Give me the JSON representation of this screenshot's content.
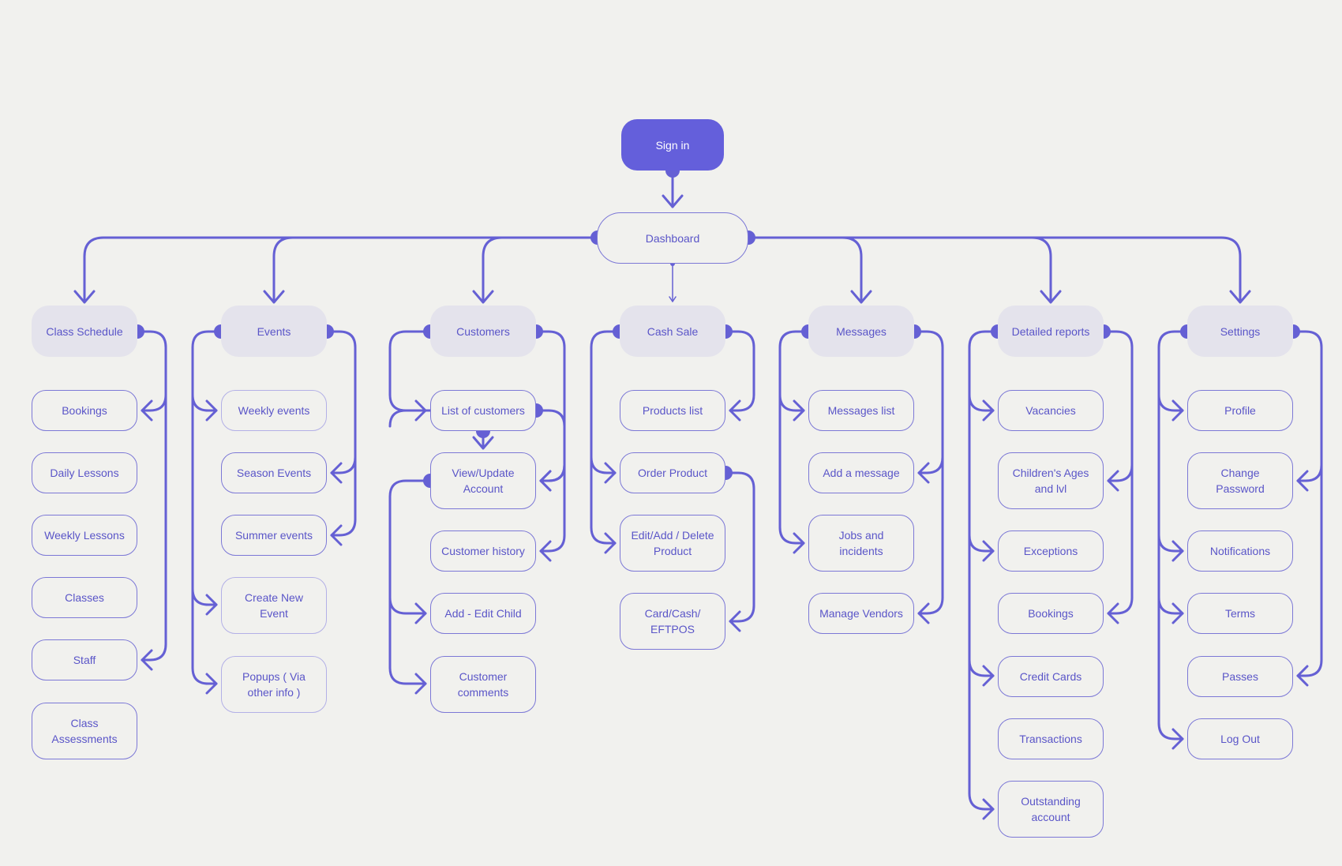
{
  "colors": {
    "background": "#f1f1ee",
    "accent": "#645fdb",
    "line": "#6560d4",
    "text": "#5a55c8",
    "category_fill": "#e4e3ec"
  },
  "root": {
    "label": "Sign in"
  },
  "hub": {
    "label": "Dashboard"
  },
  "categories": [
    {
      "label": "Class Schedule",
      "items": [
        "Bookings",
        "Daily Lessons",
        "Weekly Lessons",
        "Classes",
        "Staff",
        "Class\nAssessments"
      ]
    },
    {
      "label": "Events",
      "items": [
        "Weekly events",
        "Season Events",
        "Summer events",
        "Create New\nEvent",
        "Popups ( Via\nother info )"
      ]
    },
    {
      "label": "Customers",
      "items": [
        "List of customers",
        "View/Update\nAccount",
        "Customer history",
        "Add - Edit Child",
        "Customer\ncomments"
      ]
    },
    {
      "label": "Cash Sale",
      "items": [
        "Products list",
        "Order Product",
        "Edit/Add / Delete\nProduct",
        "Card/Cash/\nEFTPOS"
      ]
    },
    {
      "label": "Messages",
      "items": [
        "Messages list",
        "Add a message",
        "Jobs and\nincidents",
        "Manage Vendors"
      ]
    },
    {
      "label": "Detailed reports",
      "items": [
        "Vacancies",
        "Children's Ages\nand lvl",
        "Exceptions",
        "Bookings",
        "Credit Cards",
        "Transactions",
        "Outstanding\naccount"
      ]
    },
    {
      "label": "Settings",
      "items": [
        "Profile",
        "Change\nPassword",
        "Notifications",
        "Terms",
        "Passes",
        "Log Out"
      ]
    }
  ]
}
